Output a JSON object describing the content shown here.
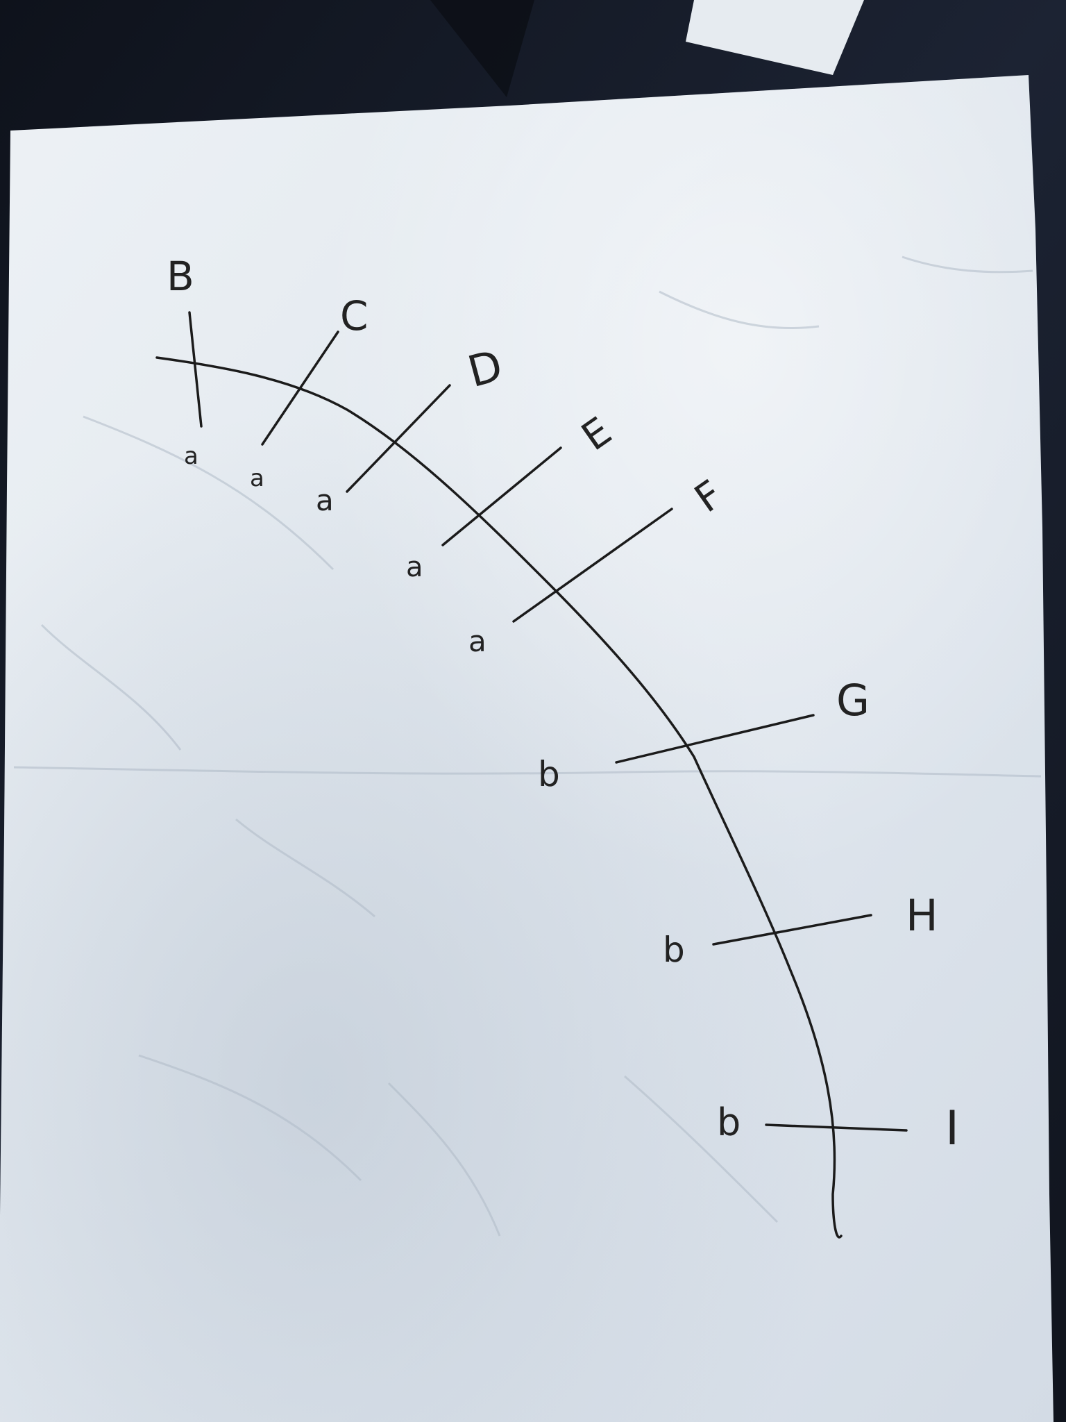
{
  "colors": {
    "background": "#141a26",
    "paper": "#e9eef3",
    "ink": "#1b1b1b"
  },
  "labels": {
    "branch_b": "B",
    "branch_c": "C",
    "branch_d": "D",
    "branch_e": "E",
    "branch_f": "F",
    "branch_g": "G",
    "branch_h": "H",
    "branch_i": "I",
    "end_b": "a",
    "end_c": "a",
    "end_d": "a",
    "end_e": "a",
    "end_f": "a",
    "end_g": "b",
    "end_h": "b",
    "end_i": "b"
  }
}
